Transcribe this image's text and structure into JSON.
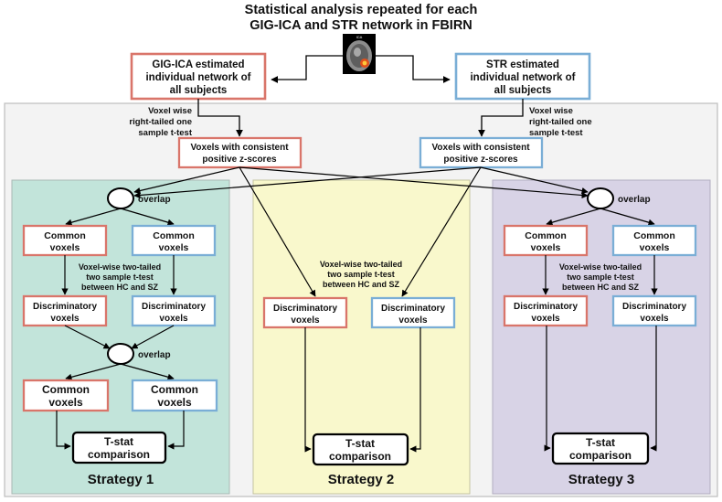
{
  "title": [
    "Statistical analysis repeated for each",
    "GIG-ICA and STR network in FBIRN"
  ],
  "brain_label": "ICA",
  "gig_box": [
    "GIG-ICA estimated",
    "individual network of",
    "all subjects"
  ],
  "str_box": [
    "STR estimated",
    "individual network of",
    "all subjects"
  ],
  "ttest_one": [
    "Voxel wise",
    "right-tailed one",
    "sample t-test"
  ],
  "consistent": [
    "Voxels with consistent",
    "positive z-scores"
  ],
  "overlap": "overlap",
  "common": [
    "Common",
    "voxels"
  ],
  "discriminatory": [
    "Discriminatory",
    "voxels"
  ],
  "ttest_two": [
    "Voxel-wise two-tailed",
    "two sample t-test",
    "between HC and SZ"
  ],
  "tstat": [
    "T-stat",
    "comparison"
  ],
  "strategies": [
    "Strategy 1",
    "Strategy 2",
    "Strategy 3"
  ],
  "colors": {
    "gig": "#d9756a",
    "str": "#7aaed6",
    "strategy1": "#c2e4da",
    "strategy2": "#f9f8cc",
    "strategy3": "#d8d3e6",
    "outer": "#f3f3f3"
  }
}
